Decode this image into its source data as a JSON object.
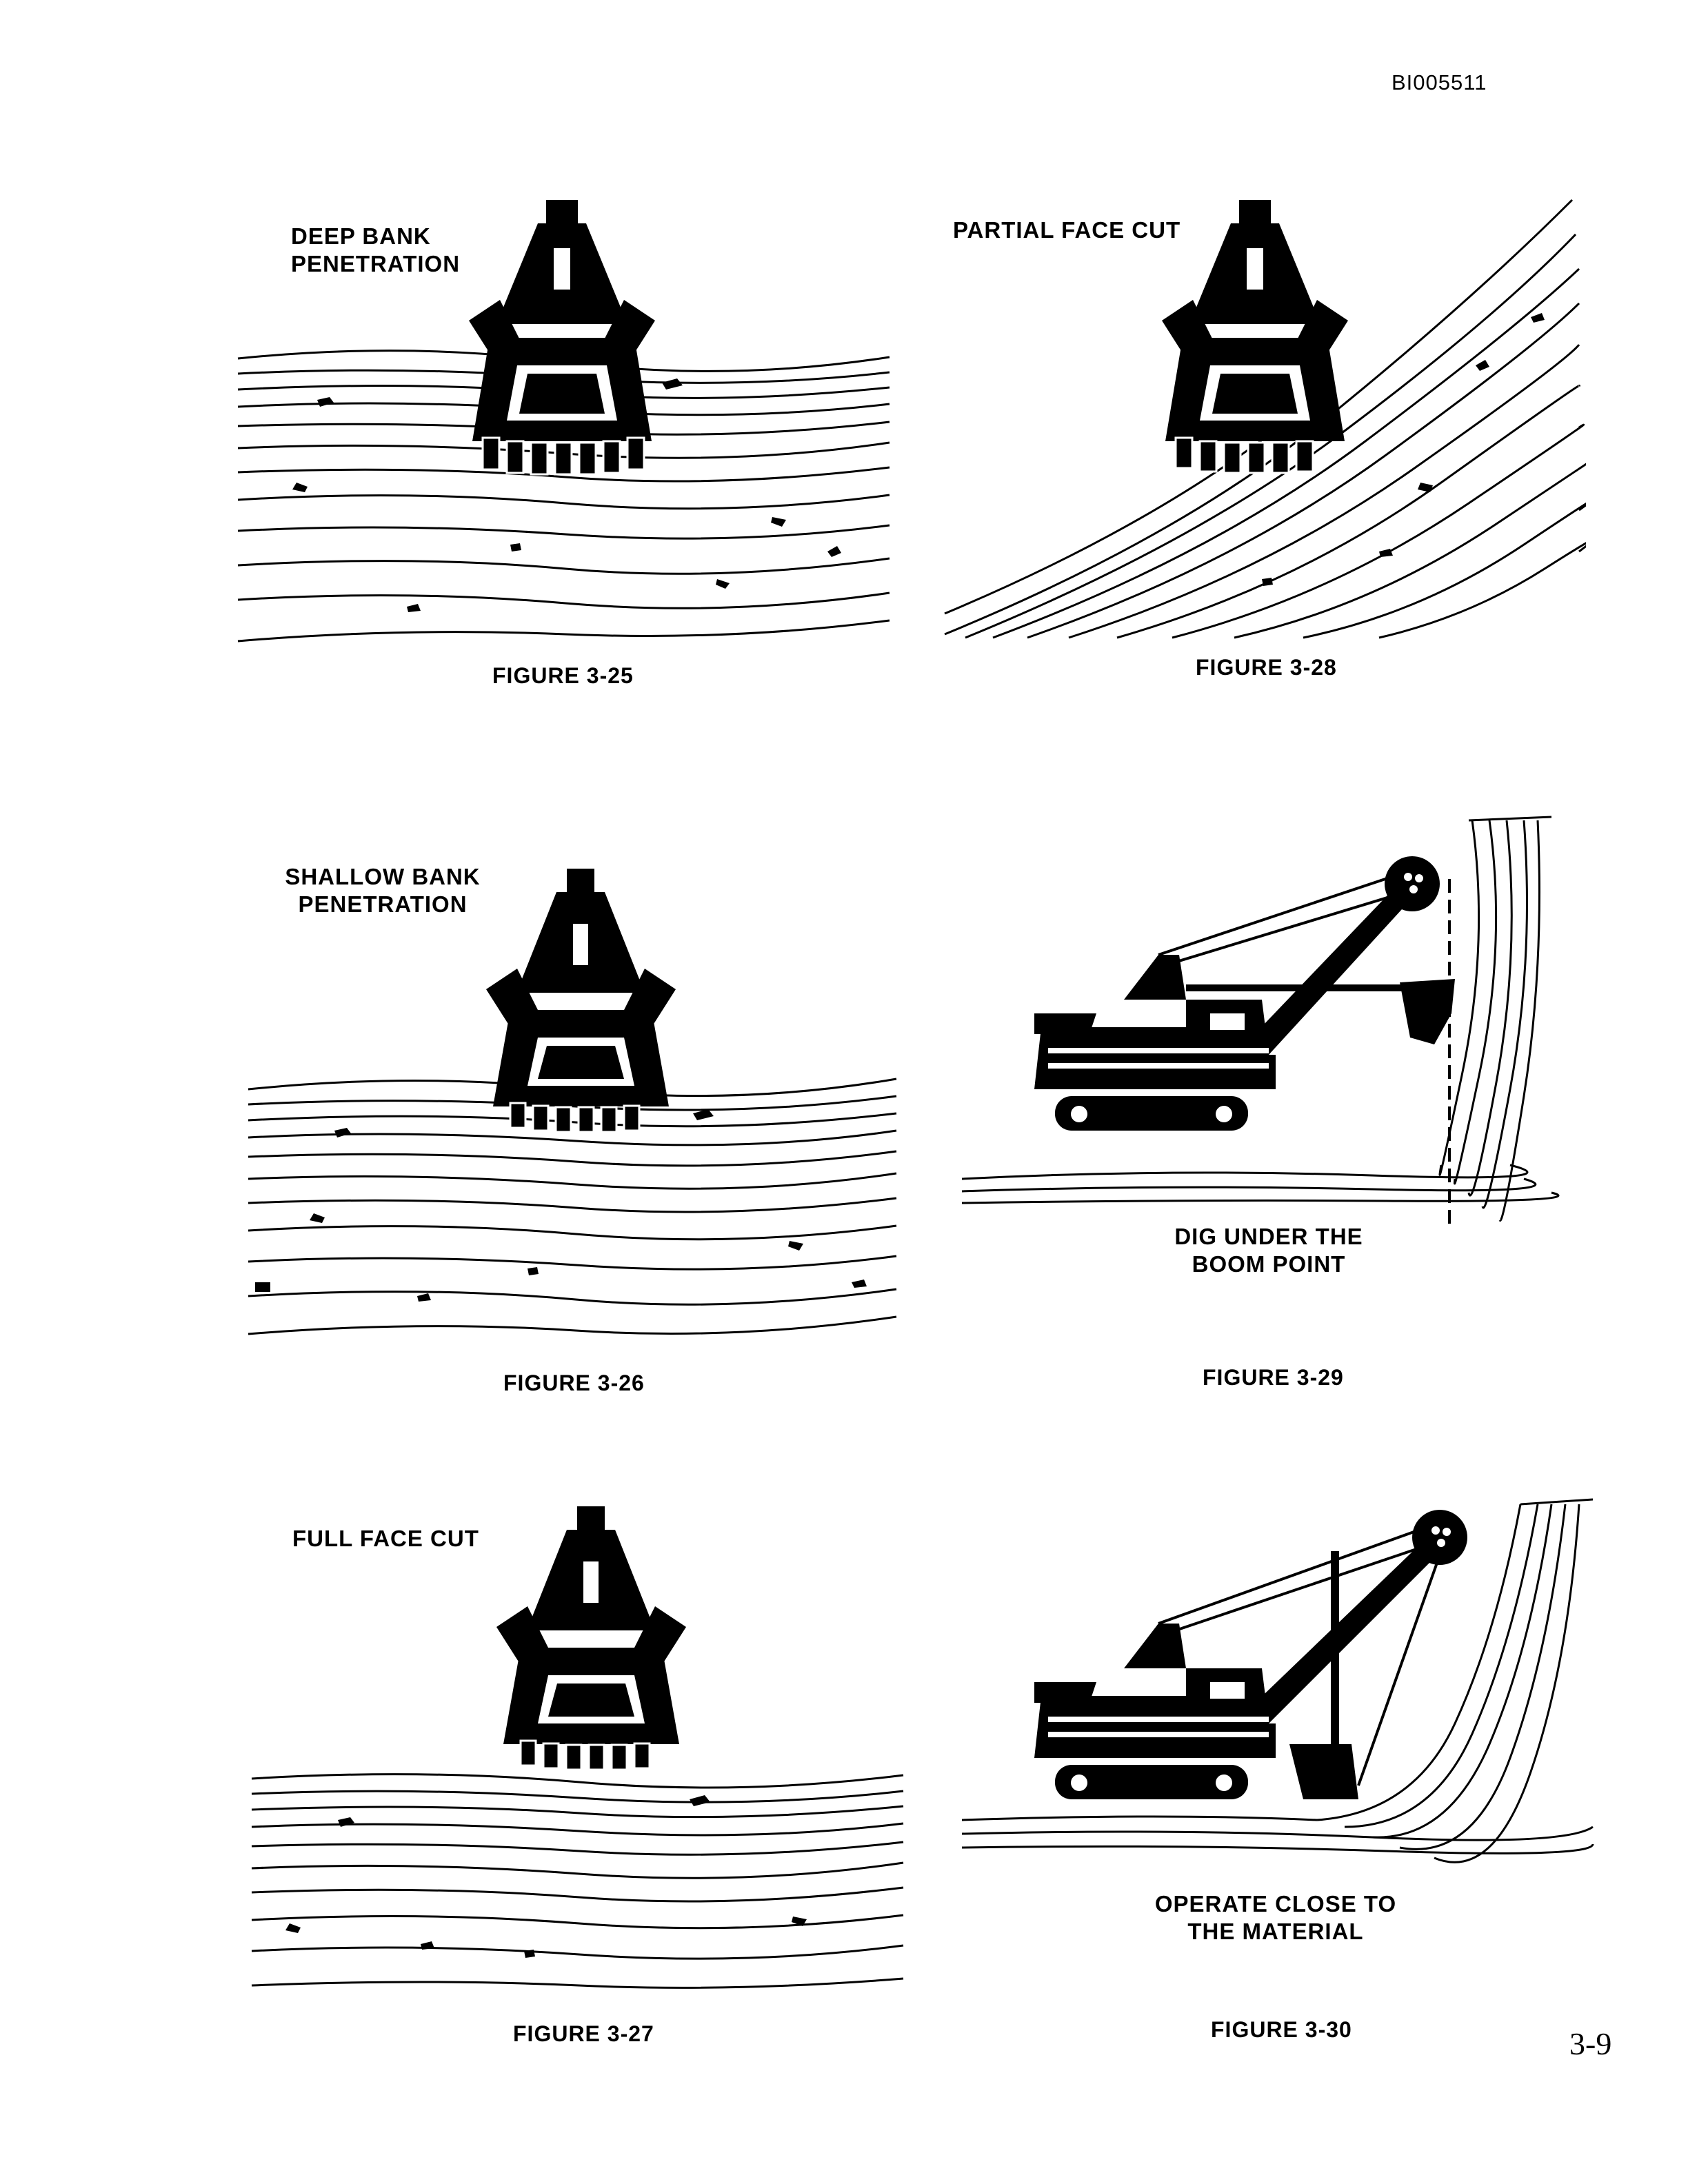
{
  "header": {
    "doc_id": "BI005511"
  },
  "figures": [
    {
      "label": "DEEP BANK\nPENETRATION",
      "caption": "FIGURE 3-25"
    },
    {
      "label": "SHALLOW BANK\nPENETRATION",
      "caption": "FIGURE 3-26"
    },
    {
      "label": "FULL FACE CUT",
      "caption": "FIGURE 3-27"
    },
    {
      "label": "PARTIAL FACE CUT",
      "caption": "FIGURE 3-28"
    },
    {
      "label": "DIG UNDER THE\nBOOM POINT",
      "caption": "FIGURE 3-29"
    },
    {
      "label": "OPERATE CLOSE TO\nTHE MATERIAL",
      "caption": "FIGURE 3-30"
    }
  ],
  "footer": {
    "page_number": "3-9"
  }
}
